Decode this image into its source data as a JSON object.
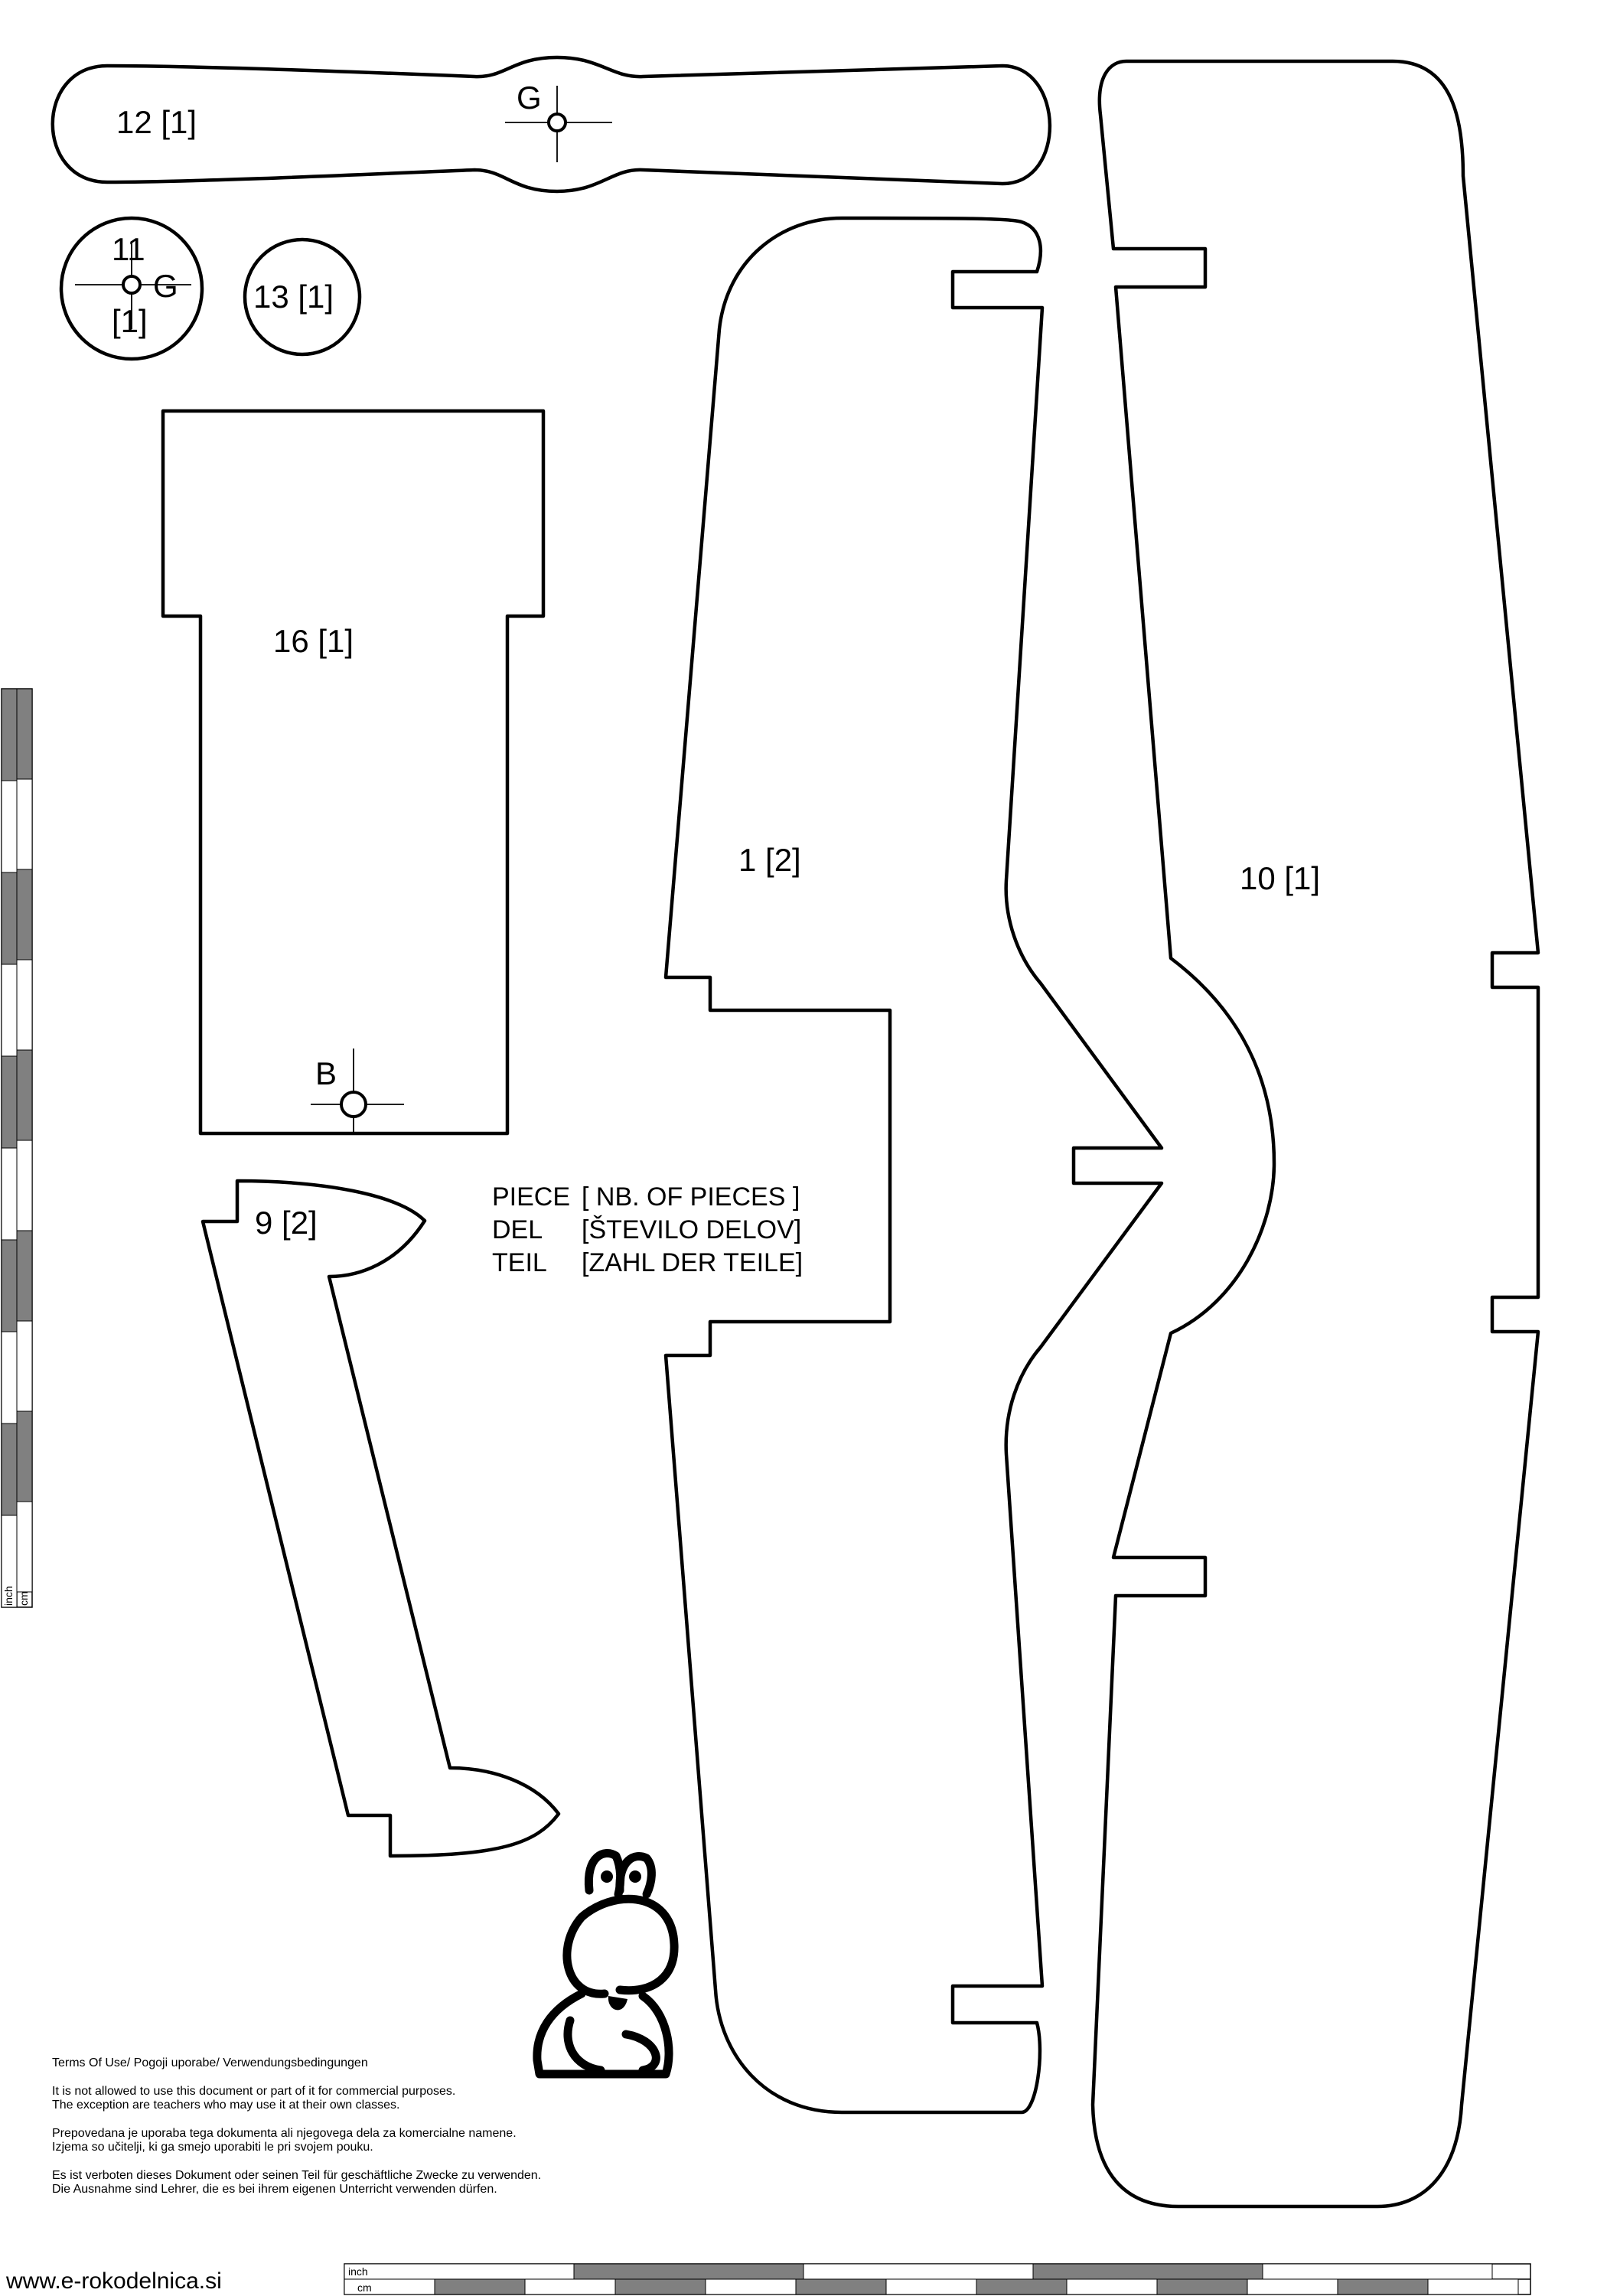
{
  "pieces": {
    "p12": "12 [1]",
    "p11_num": "11",
    "p11_qty": "[1]",
    "p13": "13 [1]",
    "p16": "16 [1]",
    "p9": "9 [2]",
    "p1": "1 [2]",
    "p10": "10 [1]",
    "mark_g": "G",
    "mark_b": "B"
  },
  "legend": {
    "en_word": "PIECE",
    "en_count": "[ NB. OF PIECES ]",
    "sl_word": "DEL",
    "sl_count": "[ŠTEVILO DELOV]",
    "de_word": "TEIL",
    "de_count": "[ZAHL DER TEILE]"
  },
  "terms": {
    "title": "Terms Of Use/ Pogoji uporabe/ Verwendungsbedingungen",
    "en_1": "It is not allowed to use this document or part of it for commercial purposes.",
    "en_2": "The exception are teachers who may use it at their own classes.",
    "sl_1": "Prepovedana je uporaba tega dokumenta ali njegovega dela za komercialne namene.",
    "sl_2": "Izjema so učitelji, ki ga smejo uporabiti le pri svojem pouku.",
    "de_1": "Es ist verboten dieses Dokument oder seinen Teil für geschäftliche Zwecke zu verwenden.",
    "de_2": "Die Ausnahme sind Lehrer, die es bei ihrem eigenen Unterricht verwenden dürfen."
  },
  "footer": {
    "website": "www.e-rokodelnica.si"
  },
  "ruler": {
    "inch_label": "inch",
    "cm_label": "cm"
  },
  "colors": {
    "outline": "#000000",
    "paper": "#ffffff",
    "ruler_fill": "#808080"
  }
}
